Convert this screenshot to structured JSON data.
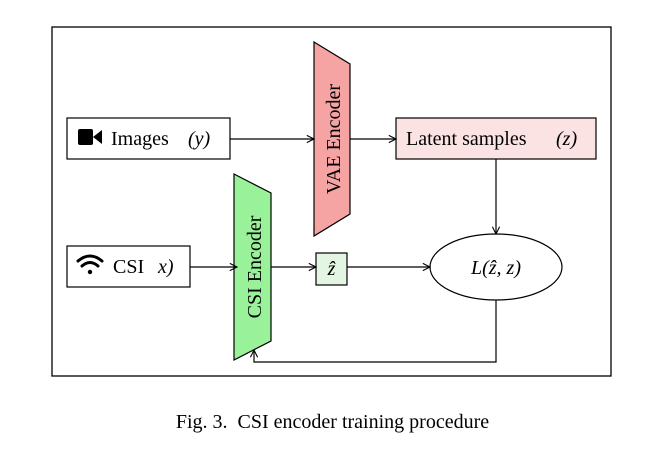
{
  "nodes": {
    "images": {
      "label": "Images",
      "var": "(y)",
      "icon": "video-camera-icon"
    },
    "csi_input": {
      "label": "CSI",
      "var": "x)",
      "icon": "wifi-icon"
    },
    "vae_encoder": {
      "label": "VAE Encoder",
      "color": "#f5a3a3"
    },
    "csi_encoder": {
      "label": "CSI Encoder",
      "color": "#99f299"
    },
    "latent": {
      "label": "Latent samples",
      "var": "(z)",
      "color": "#fbe3e3"
    },
    "z_hat": {
      "label": "ẑ",
      "color": "#e3f6e3"
    },
    "loss": {
      "label": "L(ẑ, z)"
    }
  },
  "caption": {
    "number": "Fig. 3.",
    "text": "CSI encoder training procedure"
  }
}
